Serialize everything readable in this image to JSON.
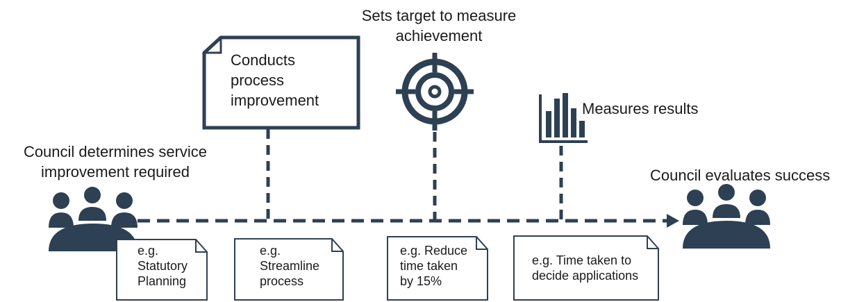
{
  "diagram": {
    "start": {
      "label_line1": "Council determines service",
      "label_line2": "improvement required",
      "icon": "people-meeting-icon"
    },
    "end": {
      "label": "Council evaluates success",
      "icon": "people-meeting-icon"
    },
    "steps": [
      {
        "label_lines": [
          "Conducts",
          "process",
          "improvement"
        ],
        "icon": "document-box-icon",
        "example_lines": [
          "e.g.",
          "Statutory",
          "Planning"
        ]
      },
      {
        "label_lines": [
          "Sets target to measure",
          "achievement"
        ],
        "icon": "target-icon",
        "example_lines": [
          "e.g.",
          "Streamline",
          "process"
        ]
      },
      {
        "label_lines": [
          "Measures results"
        ],
        "icon": "bar-chart-icon",
        "example_lines": [
          "e.g. Reduce",
          "time taken",
          "by 15%"
        ]
      }
    ],
    "last_example_lines": [
      "e.g. Time taken to",
      "decide applications"
    ],
    "colors": {
      "primary": "#2e4053",
      "text": "#1a1a1a",
      "background": "#ffffff"
    }
  }
}
